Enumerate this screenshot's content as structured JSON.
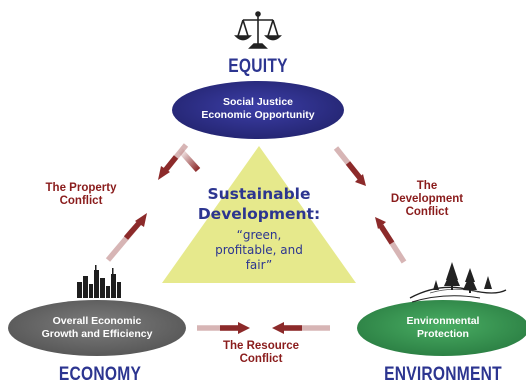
{
  "pillars": {
    "equity": {
      "title": "EQUITY",
      "lines": [
        "Social Justice",
        "Economic Opportunity"
      ]
    },
    "economy": {
      "title": "ECONOMY",
      "lines": [
        "Overall Economic",
        "Growth and Efficiency"
      ]
    },
    "environment": {
      "title": "ENVIRONMENT",
      "lines": [
        "Environmental",
        "Protection"
      ]
    }
  },
  "center": {
    "title_lines": [
      "Sustainable",
      "Development:"
    ],
    "quote_lines": [
      "“green,",
      "profitable, and",
      "fair”"
    ]
  },
  "conflicts": {
    "property": [
      "The Property",
      "Conflict"
    ],
    "development": [
      "The",
      "Development",
      "Conflict"
    ],
    "resource": [
      "The Resource",
      "Conflict"
    ]
  },
  "icons": {
    "equity": "scales-of-justice-icon",
    "economy": "city-skyline-icon",
    "environment": "landscape-trees-icon"
  },
  "colors": {
    "equity": "#2e2f8f",
    "economy": "#6f6f6f",
    "environment": "#3a9a54",
    "triangle": "#e6e98c",
    "arrow": "#8c2a2a",
    "title": "#2c3590"
  }
}
